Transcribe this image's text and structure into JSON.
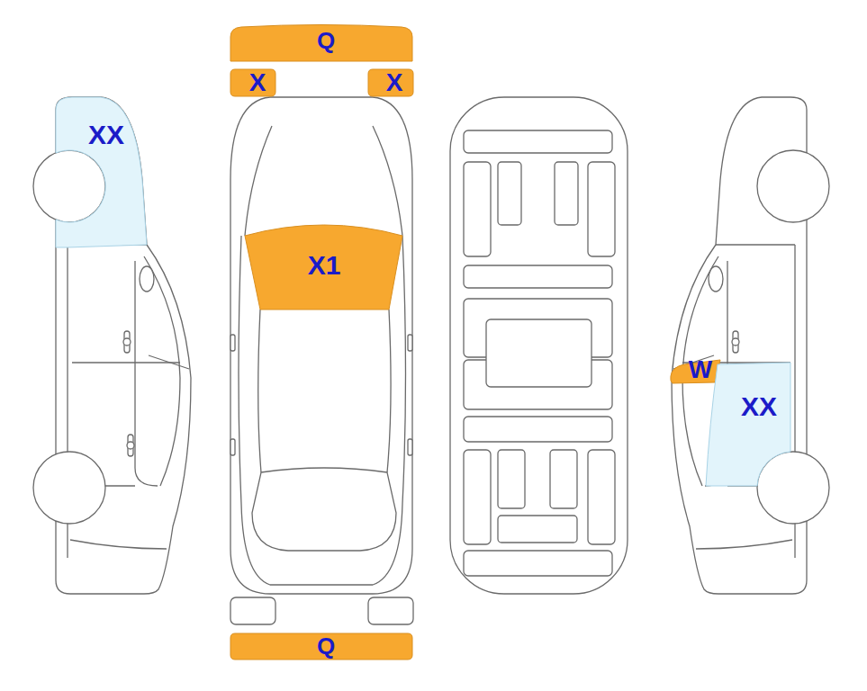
{
  "diagram": {
    "nodes": [
      {
        "text": [
          "Q"
        ]
      },
      {
        "text": [
          "X"
        ]
      },
      {
        "text": [
          "X"
        ]
      },
      {
        "text": [
          "XX"
        ]
      },
      {
        "text": [
          "X1"
        ]
      },
      {
        "text": [
          "W"
        ]
      },
      {
        "text": [
          "XX"
        ]
      },
      {
        "text": [
          "Q"
        ]
      }
    ]
  }
}
